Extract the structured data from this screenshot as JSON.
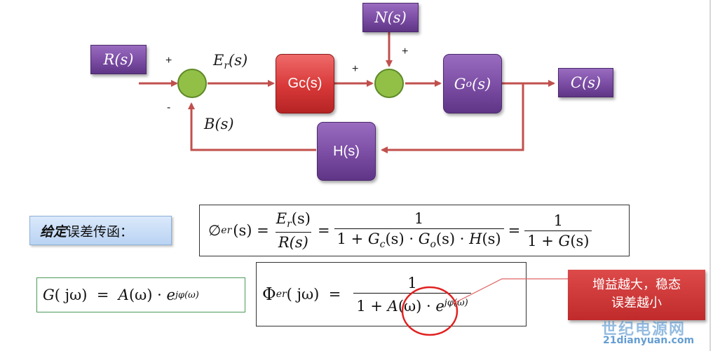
{
  "diagram": {
    "signals": {
      "input": {
        "name": "R",
        "arg": "(s)"
      },
      "error": {
        "name": "E",
        "sub": "r",
        "arg": "(s)"
      },
      "feedback": {
        "name": "B",
        "arg": "(s)"
      },
      "noise": {
        "name": "N",
        "arg": "(s)"
      },
      "output": {
        "name": "C",
        "arg": "(s)"
      }
    },
    "blocks": {
      "controller": "Gc(s)",
      "plant": {
        "name": "G",
        "sub": "o",
        "arg": "(s)"
      },
      "sensor": "H(s)"
    },
    "signs": {
      "sum1_plus": "+",
      "sum1_minus": "-",
      "sum2_plus_left": "+",
      "sum2_plus_top": "+"
    },
    "colors": {
      "arrow": "#c0504d",
      "summing_fill": "#92c047",
      "summing_stroke": "#5f8a28",
      "block_purple": "#7a4ca3",
      "block_red": "#d83838"
    }
  },
  "label_chip": {
    "bold_part": "给定",
    "rest": "误差传函："
  },
  "equations": {
    "phi_er_s": {
      "lhs": "∅",
      "lhs_sub": "er",
      "lhs_arg": "(s) =",
      "f1_num": {
        "name": "E",
        "sub": "r",
        "arg": "(s)"
      },
      "f1_den": "R(s)",
      "eq1": "=",
      "f2_num": "1",
      "f2_den": {
        "t1": "1 + ",
        "g": "G",
        "gs": "c",
        "a1": "(s) · ",
        "go": "G",
        "gos": "o",
        "a2": "(s) · ",
        "h": "H",
        "a3": "(s)"
      },
      "eq2": "=",
      "f3_num": "1",
      "f3_den": {
        "t1": "1 + ",
        "g": "G",
        "a": "(s)"
      }
    },
    "g_jw": {
      "lhs": "G",
      "lhs_arg": "( jω)  =  ",
      "a": "A",
      "a_arg": "(ω)",
      "dot": " · ",
      "e": "e",
      "exp": "jφ(ω)"
    },
    "phi_er_jw": {
      "lhs": "Φ",
      "lhs_sub": "er",
      "lhs_arg": "( jω)  =",
      "num": "1",
      "den_pre": "1 + ",
      "den_a": "A",
      "den_a_arg": "(ω)",
      "den_dot": " · ",
      "den_e": "e",
      "den_exp": "jφ(ω)"
    }
  },
  "callout": {
    "line1": "增益越大，稳态",
    "line2": "误差越小"
  },
  "watermark": {
    "title": "世纪电源网",
    "url": "21dianyuan.com"
  }
}
